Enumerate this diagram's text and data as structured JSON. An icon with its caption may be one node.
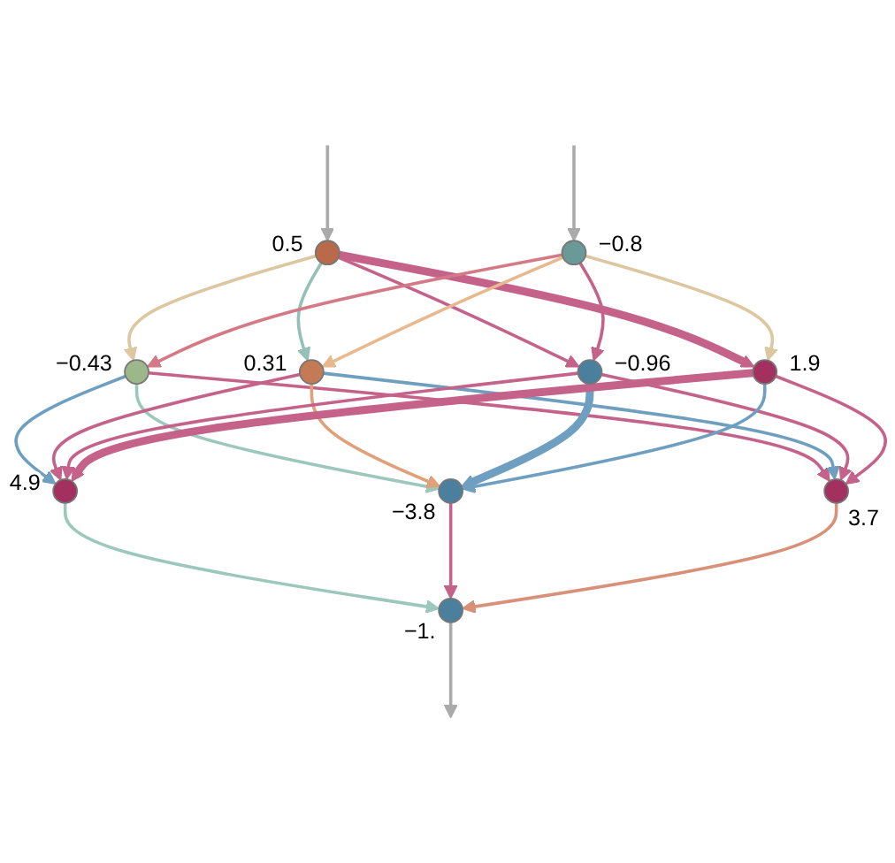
{
  "diagram": {
    "nodes": [
      {
        "text": [],
        "shape": "circle",
        "beside": [
          "0.5"
        ]
      },
      {
        "text": [],
        "shape": "circle",
        "beside": [
          "−0.8"
        ]
      },
      {
        "text": [],
        "shape": "circle",
        "beside": [
          "−0.43"
        ]
      },
      {
        "text": [],
        "shape": "circle",
        "beside": [
          "0.31"
        ]
      },
      {
        "text": [],
        "shape": "circle",
        "beside": [
          "−0.96"
        ]
      },
      {
        "text": [],
        "shape": "circle",
        "beside": [
          "1.9"
        ]
      },
      {
        "text": [],
        "shape": "circle",
        "beside": [
          "4.9"
        ]
      },
      {
        "text": [],
        "shape": "circle",
        "beside": [
          "−3.8"
        ]
      },
      {
        "text": [],
        "shape": "circle",
        "beside": [
          "3.7"
        ]
      },
      {
        "text": [],
        "shape": "circle",
        "beside": [
          "−1."
        ]
      }
    ],
    "edges": [
      {
        "from": null,
        "to": 0,
        "arrow": "to",
        "color": "#aaaaaa"
      },
      {
        "from": null,
        "to": 1,
        "arrow": "to",
        "color": "#aaaaaa"
      },
      {
        "from": 0,
        "to": 2,
        "arrow": "to",
        "color": "#dcc7a0"
      },
      {
        "from": 0,
        "to": 3,
        "arrow": "to",
        "color": "#94c0b8"
      },
      {
        "from": 0,
        "to": 4,
        "arrow": "to"
      },
      {
        "from": 0,
        "to": 5,
        "arrow": "to",
        "style": "thick"
      },
      {
        "from": 1,
        "to": 2,
        "arrow": "to",
        "color": "#d47a86"
      },
      {
        "from": 1,
        "to": 3,
        "arrow": "to",
        "color": "#e8b98e"
      },
      {
        "from": 1,
        "to": 4,
        "arrow": "to"
      },
      {
        "from": 1,
        "to": 5,
        "arrow": "to",
        "color": "#dcc7a0"
      },
      {
        "from": 2,
        "to": 6,
        "arrow": "to",
        "color": "#6e9fc0"
      },
      {
        "from": 2,
        "to": 7,
        "arrow": "to",
        "color": "#9cc8bb"
      },
      {
        "from": 2,
        "to": 8,
        "arrow": "to"
      },
      {
        "from": 3,
        "to": 6,
        "arrow": "to"
      },
      {
        "from": 3,
        "to": 7,
        "arrow": "to",
        "color": "#e0a079"
      },
      {
        "from": 3,
        "to": 8,
        "arrow": "to",
        "color": "#6e9fc0"
      },
      {
        "from": 4,
        "to": 6,
        "arrow": "to"
      },
      {
        "from": 4,
        "to": 7,
        "arrow": "to",
        "style": "thick",
        "color": "#6e9fc0"
      },
      {
        "from": 4,
        "to": 8,
        "arrow": "to"
      },
      {
        "from": 5,
        "to": 6,
        "arrow": "to",
        "style": "thick"
      },
      {
        "from": 5,
        "to": 7,
        "arrow": "to",
        "color": "#6e9fc0"
      },
      {
        "from": 5,
        "to": 8,
        "arrow": "to"
      },
      {
        "from": 6,
        "to": 9,
        "arrow": "to",
        "color": "#9cc8bb"
      },
      {
        "from": 7,
        "to": 9,
        "arrow": "to"
      },
      {
        "from": 8,
        "to": 9,
        "arrow": "to",
        "color": "#d99078"
      },
      {
        "from": 9,
        "to": null,
        "arrow": "to",
        "color": "#aaaaaa"
      }
    ]
  }
}
